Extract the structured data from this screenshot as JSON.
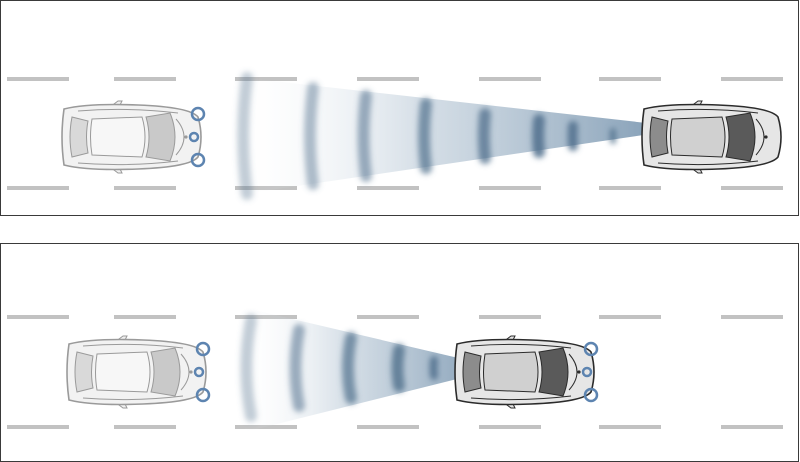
{
  "diagram": {
    "panels": [
      {
        "id": "top",
        "rear_car": {
          "tone": "light",
          "direction": "right"
        },
        "front_car": {
          "tone": "dark",
          "direction": "right"
        },
        "wave_from": "front-car"
      },
      {
        "id": "bottom",
        "rear_car": {
          "tone": "light",
          "direction": "right"
        },
        "front_car": {
          "tone": "dark",
          "direction": "right"
        },
        "wave_from": "front-car"
      }
    ],
    "colors": {
      "lane_mark": "#c2c2c2",
      "wave": "#4f6f8c",
      "beam": "#6a8aa6",
      "light_car_body": "#f2f2f2",
      "light_car_outline": "#9a9a9a",
      "dark_car_body": "#e6e6e6",
      "dark_car_outline": "#2b2b2b",
      "sensor": "#5d84b0"
    },
    "icons": [
      "car-icon",
      "sensor-icon",
      "signal-wave-icon"
    ]
  }
}
